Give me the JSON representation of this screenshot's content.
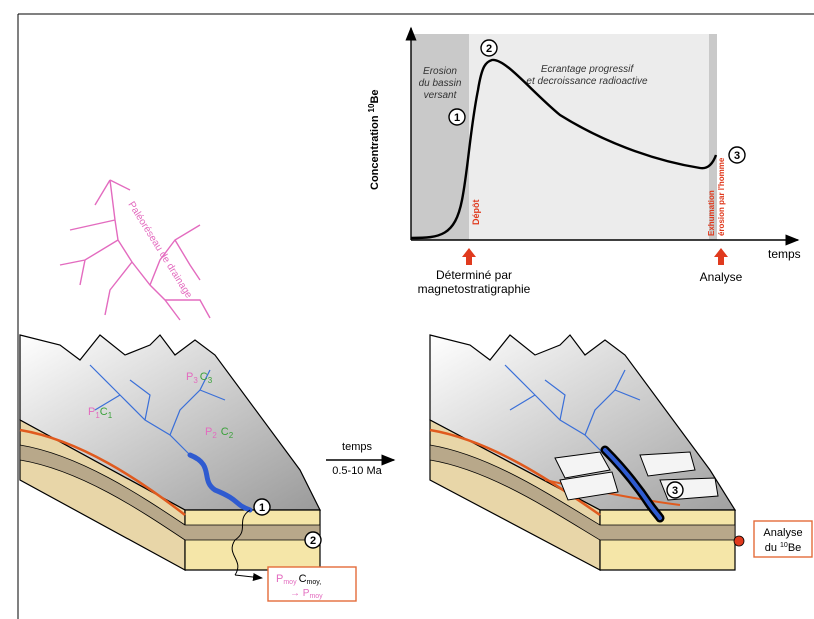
{
  "chart": {
    "ylabel": "Concentration",
    "ylabel_sup": "10",
    "ylabel_el": "Be",
    "xlabel": "temps",
    "phase_erosion": [
      "Erosion",
      "du bassin",
      "versant"
    ],
    "phase_ecrantage": [
      "Ecrantage progressif",
      "et decroissance radioactive"
    ],
    "depot": "Dépôt",
    "exhumation": [
      "Exhumation",
      "érosion par l'homme"
    ],
    "marker_1": "1",
    "marker_2": "2",
    "marker_3": "3",
    "determine": [
      "Déterminé par",
      "magnetostratigraphie"
    ],
    "analyse": "Analyse",
    "colors": {
      "axis": "#000000",
      "erosion_fill": "#c9c9c9",
      "ecrantage_fill": "#ececec",
      "accent": "#e03a1e"
    }
  },
  "left_block": {
    "paleo_label": "Paléoréseau de drainage",
    "p1": "P",
    "p1_sub": "1",
    "c1": "C",
    "c1_sub": "1",
    "p2": "P",
    "p2_sub": "2",
    "c2": "C",
    "c2_sub": "2",
    "p3": "P",
    "p3_sub": "3",
    "c3": "C",
    "c3_sub": "3",
    "marker_1": "1",
    "marker_2": "2",
    "result_line1_p": "P",
    "result_line1_p_sub": "moy",
    "result_line1_c": "C",
    "result_line1_c_sub": "moy,",
    "result_line2": "→ P",
    "result_line2_sub": "moy",
    "colors": {
      "drainage": "#e36bbf",
      "river": "#2f5bd0",
      "green": "#3aa13a"
    }
  },
  "arrow": {
    "label": "temps",
    "range": "0.5-10 Ma"
  },
  "right_block": {
    "marker_3": "3",
    "analyse_line1": "Analyse",
    "analyse_line2_pre": "du ",
    "analyse_sup": "10",
    "analyse_el": "Be"
  }
}
